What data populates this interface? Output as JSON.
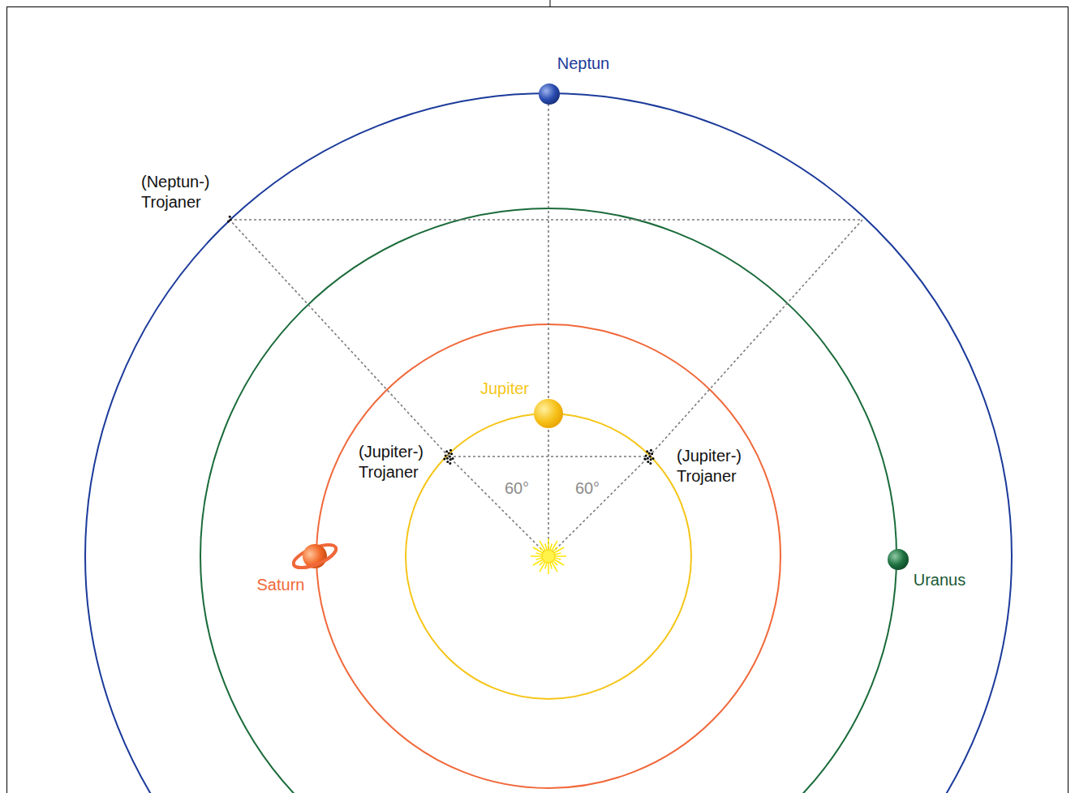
{
  "diagram": {
    "labels": [
      "Neptun",
      "(Neptun-) Trojaner",
      "Jupiter",
      "(Jupiter-) Trojaner",
      "60°",
      "60°",
      "(Jupiter-) Trojaner",
      "Saturn",
      "Uranus"
    ]
  }
}
